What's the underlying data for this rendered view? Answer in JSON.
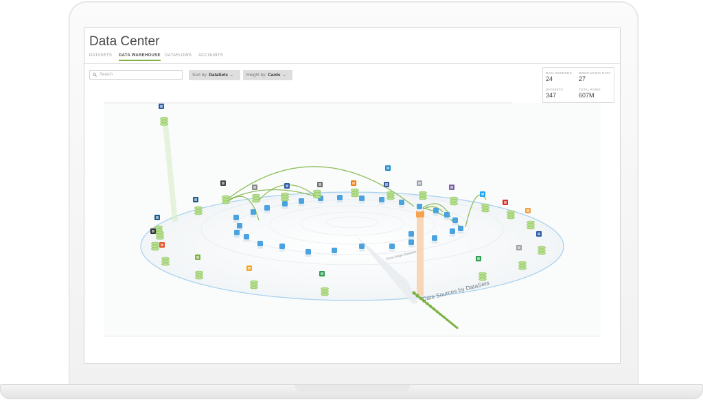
{
  "app": {
    "title": "Data Center"
  },
  "tabs": [
    {
      "label": "DATASETS",
      "active": false
    },
    {
      "label": "DATA WAREHOUSE",
      "active": true
    },
    {
      "label": "DATAFLOWS",
      "active": false
    },
    {
      "label": "ACCOUNTS",
      "active": false
    }
  ],
  "search": {
    "placeholder": "Search"
  },
  "sort": {
    "prefix": "Sort by:",
    "value": "DataSets"
  },
  "height": {
    "prefix": "Height by:",
    "value": "Cards"
  },
  "stats": [
    {
      "label": "DATA SOURCES",
      "value": "24"
    },
    {
      "label": "DOMO MAGIC DATA",
      "value": "27"
    },
    {
      "label": "DATASETS",
      "value": "347"
    },
    {
      "label": "TOTAL ROWS",
      "value": "607M"
    }
  ],
  "viz": {
    "ring_label_outer": "Data Sources by DataSets",
    "ring_label_inner": "Domo Magic DataSets",
    "colors": {
      "accent": "#7cb342",
      "dataset": "#4aa3df",
      "ring": "#a9d3ee",
      "highlight": "#f7a24a"
    }
  }
}
